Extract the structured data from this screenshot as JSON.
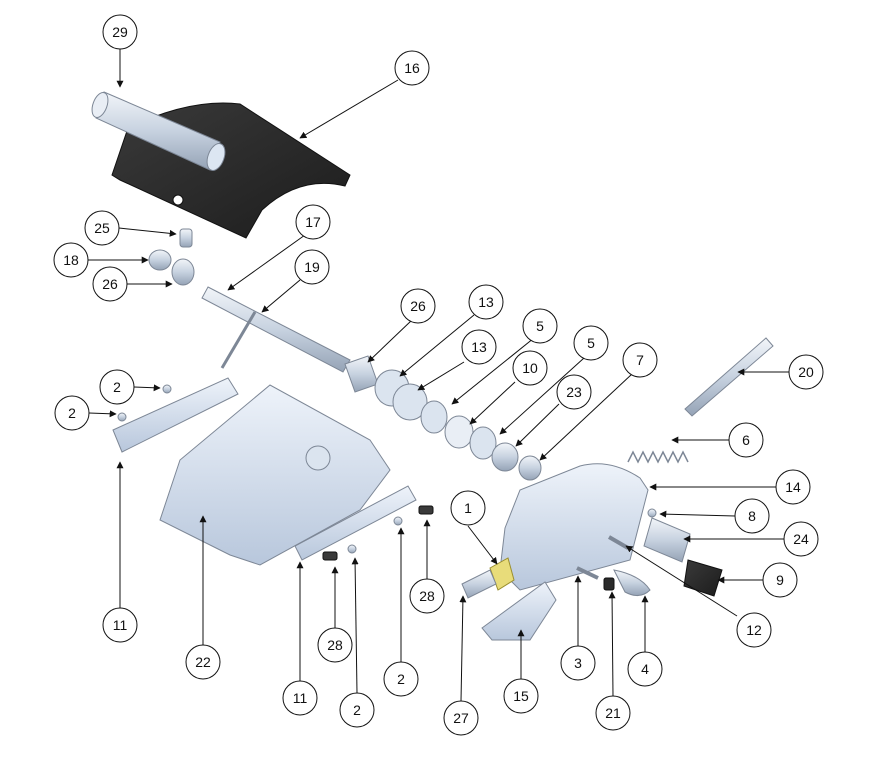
{
  "diagram": {
    "type": "exploded-parts-view",
    "callouts": [
      {
        "label": "29"
      },
      {
        "label": "16"
      },
      {
        "label": "17"
      },
      {
        "label": "25"
      },
      {
        "label": "18"
      },
      {
        "label": "19"
      },
      {
        "label": "26"
      },
      {
        "label": "26"
      },
      {
        "label": "13"
      },
      {
        "label": "13"
      },
      {
        "label": "5"
      },
      {
        "label": "5"
      },
      {
        "label": "10"
      },
      {
        "label": "7"
      },
      {
        "label": "23"
      },
      {
        "label": "20"
      },
      {
        "label": "6"
      },
      {
        "label": "14"
      },
      {
        "label": "8"
      },
      {
        "label": "24"
      },
      {
        "label": "9"
      },
      {
        "label": "12"
      },
      {
        "label": "2"
      },
      {
        "label": "2"
      },
      {
        "label": "11"
      },
      {
        "label": "22"
      },
      {
        "label": "1"
      },
      {
        "label": "28"
      },
      {
        "label": "28"
      },
      {
        "label": "2"
      },
      {
        "label": "2"
      },
      {
        "label": "11"
      },
      {
        "label": "27"
      },
      {
        "label": "15"
      },
      {
        "label": "3"
      },
      {
        "label": "21"
      },
      {
        "label": "4"
      }
    ],
    "colors": {
      "part_fill": "#c9d6e8",
      "part_light": "#e6edf6",
      "part_stroke": "#7d8796",
      "dark_part": "#2b2b2b",
      "highlight_part": "#e8dc7a",
      "line": "#111111"
    }
  }
}
